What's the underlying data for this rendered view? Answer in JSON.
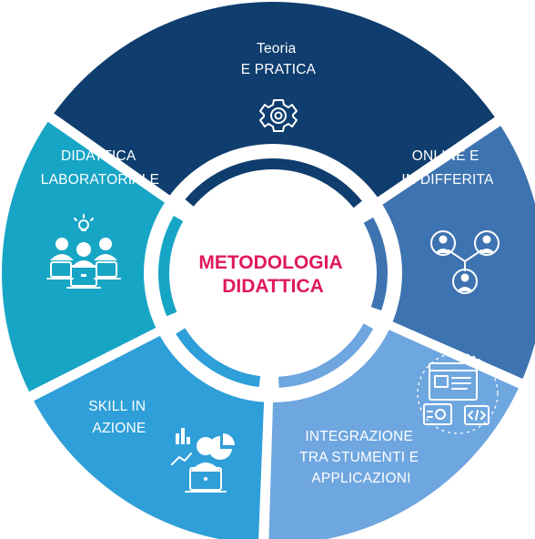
{
  "center": {
    "lines": [
      "METODOLOGIA",
      "DIDATTICA"
    ],
    "color": "#e0185d"
  },
  "segments": [
    {
      "id": "teoria",
      "lines": [
        "Teoria",
        "E PRATICA"
      ],
      "color": "#0e3d6e",
      "icon": "gear-icon"
    },
    {
      "id": "online",
      "lines": [
        "ONLINE E",
        "IN DIFFERITA"
      ],
      "color": "#3d73b0",
      "icon": "network-people-icon"
    },
    {
      "id": "integrazione",
      "lines": [
        "INTEGRAZIONE",
        "TRA STUMENTI E",
        "APPLICAZIONI"
      ],
      "color": "#6ea6e0",
      "icon": "web-app-icon"
    },
    {
      "id": "skill",
      "lines": [
        "SKILL IN",
        "AZIONE"
      ],
      "color": "#2e9fd9",
      "icon": "analytics-person-icon"
    },
    {
      "id": "didattica",
      "lines": [
        "DIDATTICA",
        "LABORATORIALE"
      ],
      "color": "#17a5c6",
      "icon": "team-idea-icon"
    }
  ]
}
